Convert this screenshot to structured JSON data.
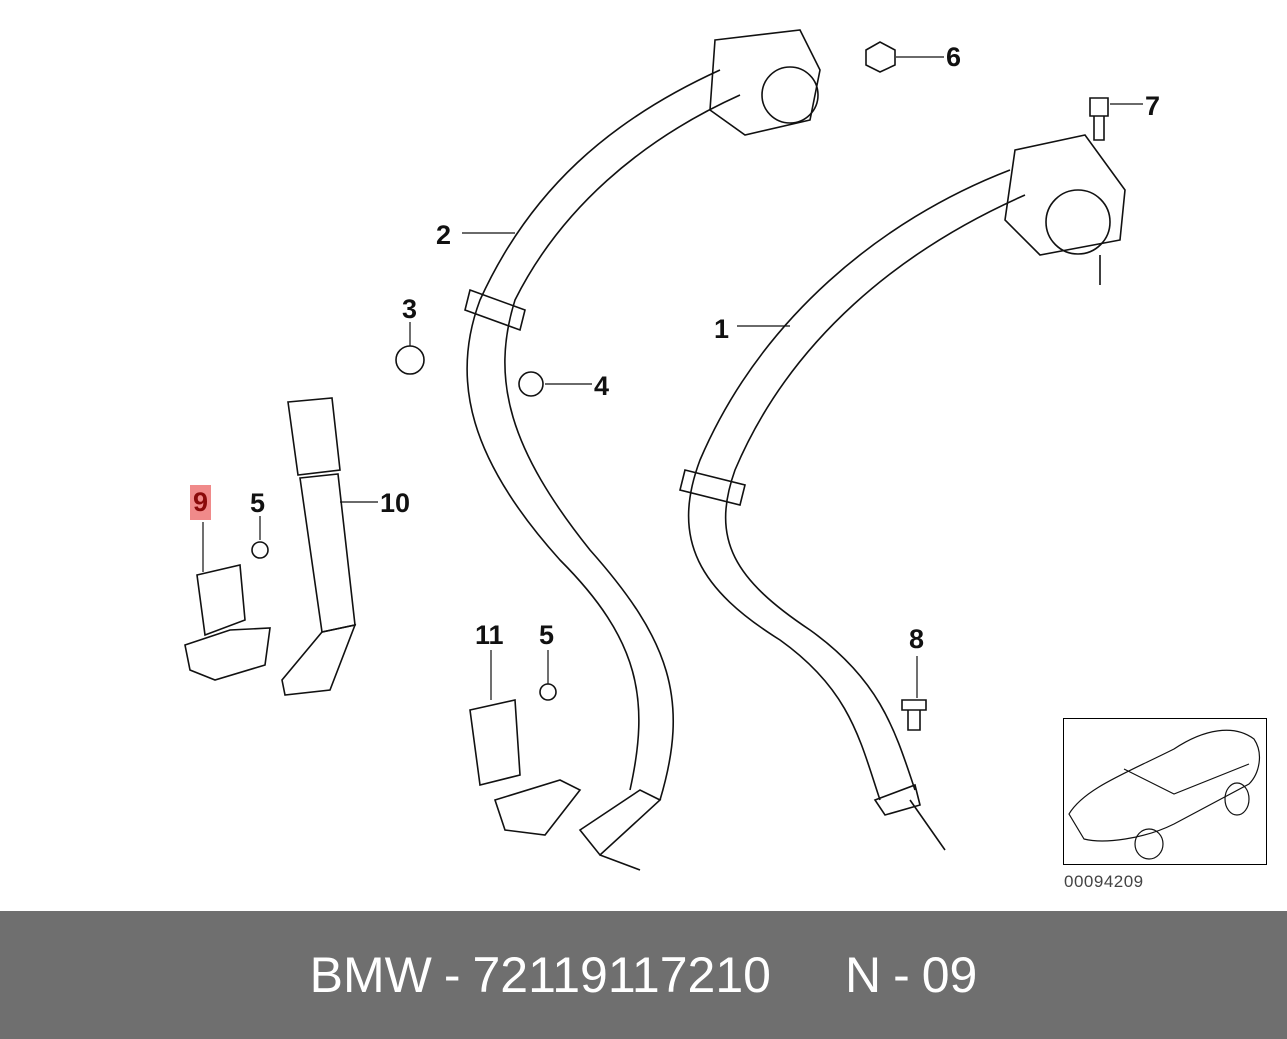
{
  "diagram": {
    "callouts": [
      {
        "id": "1",
        "label": "1"
      },
      {
        "id": "2",
        "label": "2"
      },
      {
        "id": "3",
        "label": "3"
      },
      {
        "id": "4",
        "label": "4"
      },
      {
        "id": "5a",
        "label": "5"
      },
      {
        "id": "5b",
        "label": "5"
      },
      {
        "id": "6",
        "label": "6"
      },
      {
        "id": "7",
        "label": "7"
      },
      {
        "id": "8",
        "label": "8"
      },
      {
        "id": "9",
        "label": "9",
        "highlighted": true
      },
      {
        "id": "10",
        "label": "10"
      },
      {
        "id": "11",
        "label": "11"
      }
    ],
    "thumbnail_number": "00094209",
    "highlight_color": "#f08a8a"
  },
  "footer": {
    "brand": "BMW",
    "separator": "-",
    "part_number": "72119117210",
    "position_prefix": "N",
    "position_number": "09",
    "background": "#6f6f6f"
  }
}
